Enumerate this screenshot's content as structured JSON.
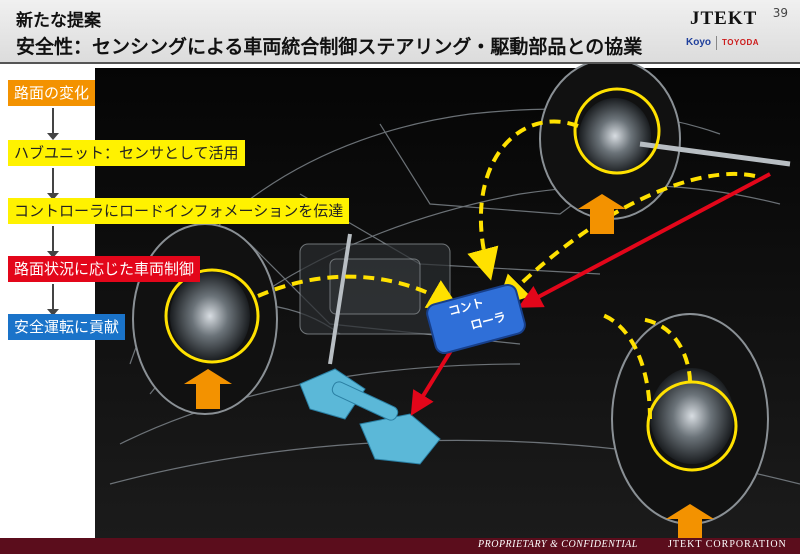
{
  "header": {
    "title_line1": "新たな提案",
    "title_line2": "安全性：センシングによる車両統合制御ステアリング・駆動部品との協業",
    "page_number": "39"
  },
  "logo": {
    "brand": "JTEKT",
    "sub_brands": [
      "Koyo",
      "TOYODA"
    ]
  },
  "flow": [
    {
      "label": "路面の変化",
      "bg": "#f39200",
      "fg": "#ffffff"
    },
    {
      "label": "ハブユニット：センサとして活用",
      "bg": "#fff200",
      "fg": "#222222"
    },
    {
      "label": "コントローラにロードインフォメーションを伝達",
      "bg": "#fff200",
      "fg": "#222222"
    },
    {
      "label": "路面状況に応じた車両制御",
      "bg": "#e3061a",
      "fg": "#ffffff"
    },
    {
      "label": "安全運転に貢献",
      "bg": "#1a73c9",
      "fg": "#ffffff"
    }
  ],
  "controller": {
    "label_line1": "コント",
    "label_line2": "ローラ"
  },
  "colors": {
    "accent_yellow": "#ffe100",
    "accent_red": "#e3061a",
    "accent_orange": "#f39200",
    "controller_blue": "#2f6fd8",
    "footer": "#5b0d1c"
  },
  "footer": {
    "confidential": "PROPRIETARY & CONFIDENTIAL",
    "corporation": "JTEKT CORPORATION"
  }
}
